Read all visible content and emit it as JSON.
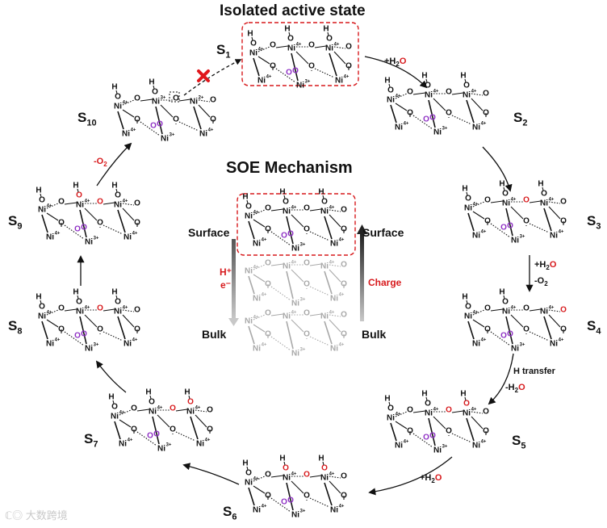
{
  "title": "Isolated active state",
  "mechanism_title": "SOE Mechanism",
  "states": [
    {
      "id": "S1",
      "label": "S",
      "sub": "1"
    },
    {
      "id": "S2",
      "label": "S",
      "sub": "2"
    },
    {
      "id": "S3",
      "label": "S",
      "sub": "3"
    },
    {
      "id": "S4",
      "label": "S",
      "sub": "4"
    },
    {
      "id": "S5",
      "label": "S",
      "sub": "5"
    },
    {
      "id": "S6",
      "label": "S",
      "sub": "6"
    },
    {
      "id": "S7",
      "label": "S",
      "sub": "7"
    },
    {
      "id": "S8",
      "label": "S",
      "sub": "8"
    },
    {
      "id": "S9",
      "label": "S",
      "sub": "9"
    },
    {
      "id": "S10",
      "label": "S",
      "sub": "10"
    }
  ],
  "steps": {
    "s1_s2": "+H₂O",
    "s3_s4_add": "+H₂O",
    "s3_s4_remove": "-O₂",
    "s4_s5_transfer": "H transfer",
    "s4_s5_remove": "-H₂O",
    "s5_s6": "+H₂O",
    "s9_s10": "-O₂"
  },
  "center": {
    "left_top": "Surface",
    "left_bottom": "Bulk",
    "right_top": "Surface",
    "right_bottom": "Bulk",
    "left_carrier_1": "H⁺",
    "left_carrier_2": "e⁻",
    "right_flow": "Charge"
  },
  "atoms": {
    "ni": "Ni",
    "o": "O",
    "h": "H",
    "ox4": "4+",
    "ox3": "3+",
    "ox2": "2+"
  },
  "watermark": "大数跨境",
  "colors": {
    "accent_red": "#d7191c",
    "vacancy_purple": "#8e2fc4",
    "bulk_gray": "#a8a8a8"
  }
}
